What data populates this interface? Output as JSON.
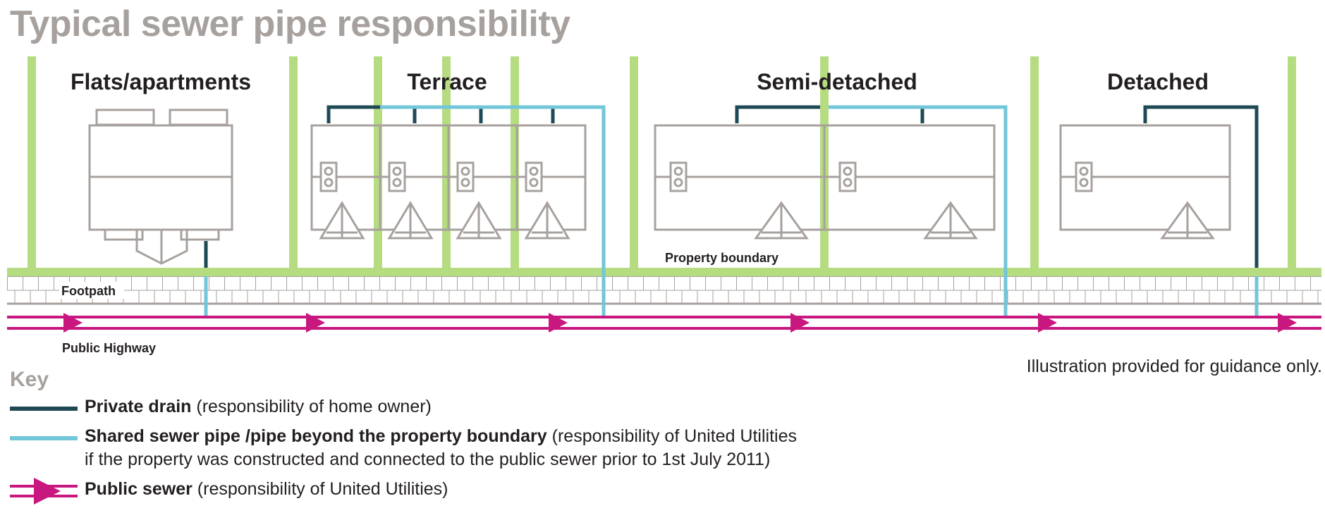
{
  "title": "Typical sewer pipe responsibility",
  "sections": {
    "flats": "Flats/apartments",
    "terrace": "Terrace",
    "semi": "Semi-detached",
    "detached": "Detached"
  },
  "labels": {
    "property_boundary": "Property boundary",
    "footpath": "Footpath",
    "public_highway": "Public Highway"
  },
  "note": "Illustration provided for guidance only.",
  "key": {
    "title": "Key",
    "private": {
      "bold": "Private drain",
      "rest": " (responsibility of home owner)"
    },
    "shared": {
      "bold": "Shared sewer pipe /pipe beyond the property boundary",
      "rest": " (responsibility of United Utilities",
      "line2": "if the property was constructed and connected to the public sewer prior to 1st July 2011)"
    },
    "public": {
      "bold": "Public sewer",
      "rest": " (responsibility of United Utilities)"
    }
  },
  "colors": {
    "private_drain": "#1f4a55",
    "shared_sewer": "#72c6d9",
    "public_sewer": "#c8187f",
    "boundary": "#b6dc82",
    "building": "#a7a19e",
    "title_grey": "#a7a19e"
  }
}
